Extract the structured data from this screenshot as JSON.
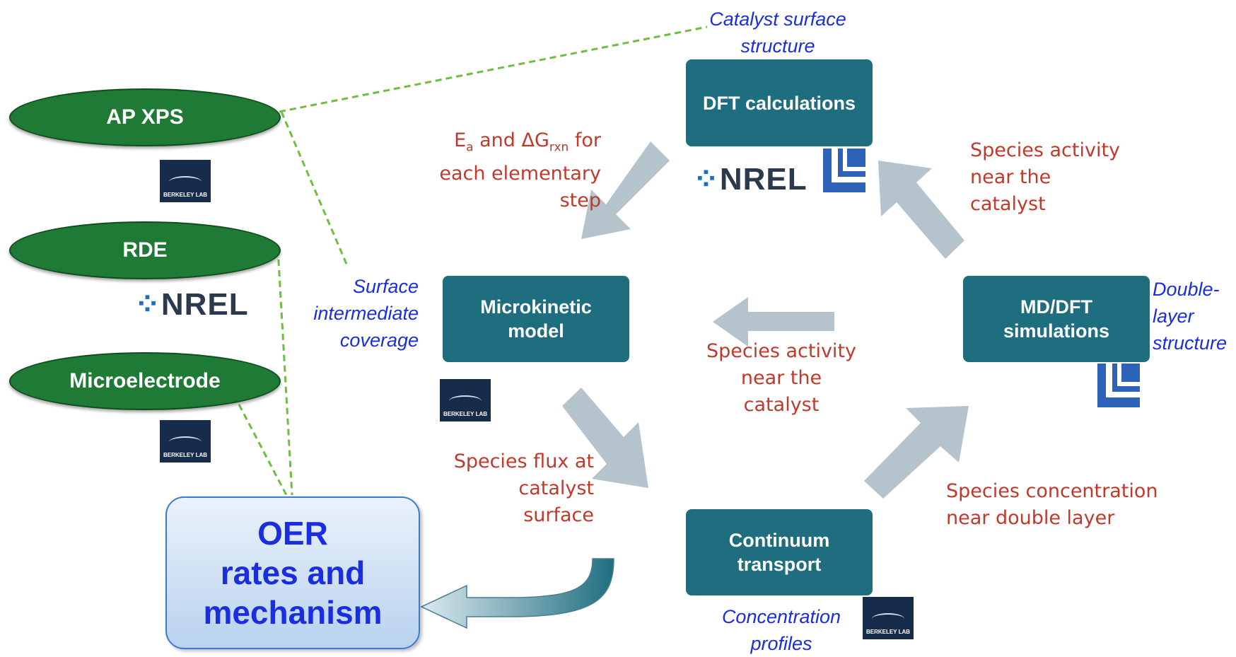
{
  "ellipses": {
    "apxps": "AP XPS",
    "rde": "RDE",
    "microelectrode": "Microelectrode"
  },
  "boxes": {
    "dft": "DFT calculations",
    "microkinetic": [
      "Microkinetic",
      "model"
    ],
    "mddft": [
      "MD/DFT",
      "simulations"
    ],
    "continuum": [
      "Continuum",
      "transport"
    ]
  },
  "oer": [
    "OER",
    "rates and",
    "mechanism"
  ],
  "red_labels": {
    "ea_prefix": "E",
    "ea_sub": "a",
    "ea_mid": " and ΔG",
    "ea_sub2": "rxn",
    "ea_suffix": " for",
    "ea_line2": "each elementary",
    "ea_line3": "step",
    "activity_top": [
      "Species activity",
      "near the",
      "catalyst"
    ],
    "activity_mid": [
      "Species activity",
      "near the",
      "catalyst"
    ],
    "flux": [
      "Species flux at",
      "catalyst",
      "surface"
    ],
    "concentration": [
      "Species concentration",
      "near double layer"
    ]
  },
  "blue_labels": {
    "catalyst_surface": [
      "Catalyst surface",
      "structure"
    ],
    "surface_coverage": [
      "Surface",
      "intermediate",
      "coverage"
    ],
    "double_layer": [
      "Double-",
      "layer",
      "structure"
    ],
    "concentration_profiles": [
      "Concentration",
      "profiles"
    ]
  },
  "logos": {
    "berkeley": "BERKELEY LAB",
    "nrel": "NREL"
  },
  "colors": {
    "ellipse": "#1e7a34",
    "box": "#1f6e80",
    "red": "#c0392b",
    "blue": "#1a2ee0",
    "arrow": "#b4c3cc",
    "dashed": "#6dbf3f"
  }
}
